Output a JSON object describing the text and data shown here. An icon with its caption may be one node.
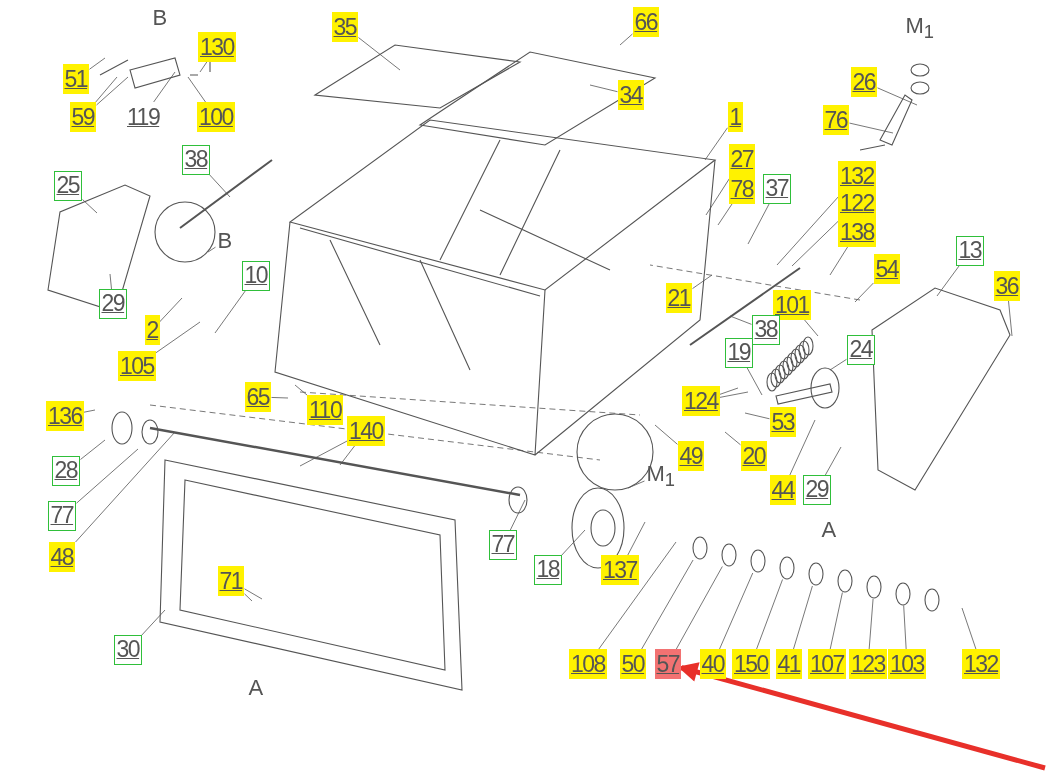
{
  "diagram": {
    "nodes": [
      {
        "text": [
          "35"
        ]
      },
      {
        "text": [
          "66"
        ]
      },
      {
        "text": [
          "130"
        ]
      },
      {
        "text": [
          "51"
        ]
      },
      {
        "text": [
          "26"
        ]
      },
      {
        "text": [
          "34"
        ]
      },
      {
        "text": [
          "59"
        ]
      },
      {
        "text": [
          "119"
        ]
      },
      {
        "text": [
          "100"
        ]
      },
      {
        "text": [
          "1"
        ]
      },
      {
        "text": [
          "76"
        ]
      },
      {
        "text": [
          "38"
        ]
      },
      {
        "text": [
          "27"
        ]
      },
      {
        "text": [
          "132"
        ]
      },
      {
        "text": [
          "25"
        ]
      },
      {
        "text": [
          "78"
        ]
      },
      {
        "text": [
          "37"
        ]
      },
      {
        "text": [
          "122"
        ]
      },
      {
        "text": [
          "138"
        ]
      },
      {
        "text": [
          "13"
        ]
      },
      {
        "text": [
          "54"
        ]
      },
      {
        "text": [
          "10"
        ]
      },
      {
        "text": [
          "36"
        ]
      },
      {
        "text": [
          "21"
        ]
      },
      {
        "text": [
          "29"
        ]
      },
      {
        "text": [
          "101"
        ]
      },
      {
        "text": [
          "2"
        ]
      },
      {
        "text": [
          "38"
        ]
      },
      {
        "text": [
          "24"
        ]
      },
      {
        "text": [
          "19"
        ]
      },
      {
        "text": [
          "105"
        ]
      },
      {
        "text": [
          "65"
        ]
      },
      {
        "text": [
          "124"
        ]
      },
      {
        "text": [
          "110"
        ]
      },
      {
        "text": [
          "136"
        ]
      },
      {
        "text": [
          "53"
        ]
      },
      {
        "text": [
          "140"
        ]
      },
      {
        "text": [
          "49"
        ]
      },
      {
        "text": [
          "20"
        ]
      },
      {
        "text": [
          "28"
        ]
      },
      {
        "text": [
          "44"
        ]
      },
      {
        "text": [
          "29"
        ]
      },
      {
        "text": [
          "77"
        ]
      },
      {
        "text": [
          "77"
        ]
      },
      {
        "text": [
          "48"
        ]
      },
      {
        "text": [
          "18"
        ]
      },
      {
        "text": [
          "137"
        ]
      },
      {
        "text": [
          "71"
        ]
      },
      {
        "text": [
          "30"
        ]
      },
      {
        "text": [
          "108"
        ]
      },
      {
        "text": [
          "50"
        ]
      },
      {
        "text": [
          "57"
        ]
      },
      {
        "text": [
          "40"
        ]
      },
      {
        "text": [
          "150"
        ]
      },
      {
        "text": [
          "41"
        ]
      },
      {
        "text": [
          "107"
        ]
      },
      {
        "text": [
          "123"
        ]
      },
      {
        "text": [
          "103"
        ]
      },
      {
        "text": [
          "132"
        ]
      },
      {
        "text": [],
        "shape": "circle"
      },
      {
        "text": [],
        "shape": "circle"
      },
      {
        "text": [],
        "shape": "circle"
      },
      {
        "text": [],
        "shape": "circle"
      },
      {
        "text": [],
        "shape": "circle"
      },
      {
        "text": [],
        "shape": "circle"
      },
      {
        "text": [],
        "shape": "circle"
      },
      {
        "text": [],
        "shape": "circle"
      },
      {
        "text": [],
        "shape": "circle"
      },
      {
        "text": [
          "B"
        ]
      },
      {
        "text": [
          "M$_{1}$"
        ]
      }
    ],
    "edges": [
      {
        "from": 0,
        "to": null,
        "arrow": "none"
      },
      {
        "from": 1,
        "to": null,
        "arrow": "none"
      },
      {
        "from": 2,
        "to": null,
        "arrow": "none"
      },
      {
        "from": 3,
        "to": null,
        "arrow": "none"
      },
      {
        "from": 4,
        "to": null,
        "arrow": "none"
      },
      {
        "from": 5,
        "to": null,
        "arrow": "none"
      },
      {
        "from": 6,
        "to": null,
        "arrow": "none"
      },
      {
        "from": 6,
        "to": null,
        "arrow": "none"
      },
      {
        "from": 7,
        "to": null,
        "arrow": "none"
      },
      {
        "from": 8,
        "to": null,
        "arrow": "none"
      },
      {
        "from": 9,
        "to": null,
        "arrow": "none"
      },
      {
        "from": 10,
        "to": null,
        "arrow": "none"
      },
      {
        "from": 11,
        "to": null,
        "arrow": "none"
      },
      {
        "from": 12,
        "to": null,
        "arrow": "none"
      },
      {
        "from": 13,
        "to": null,
        "arrow": "none"
      },
      {
        "from": 14,
        "to": null,
        "arrow": "none"
      },
      {
        "from": 15,
        "to": null,
        "arrow": "none"
      },
      {
        "from": 16,
        "to": null,
        "arrow": "none"
      },
      {
        "from": 17,
        "to": null,
        "arrow": "none"
      },
      {
        "from": 18,
        "to": null,
        "arrow": "none"
      },
      {
        "from": 19,
        "to": null,
        "arrow": "none"
      },
      {
        "from": 20,
        "to": null,
        "arrow": "none"
      },
      {
        "from": 21,
        "to": null,
        "arrow": "none"
      },
      {
        "from": 22,
        "to": null,
        "arrow": "none"
      },
      {
        "from": 23,
        "to": null,
        "arrow": "none"
      },
      {
        "from": 24,
        "to": null,
        "arrow": "none"
      },
      {
        "from": 25,
        "to": null,
        "arrow": "none"
      },
      {
        "from": 26,
        "to": null,
        "arrow": "none"
      },
      {
        "from": 27,
        "to": null,
        "arrow": "none"
      },
      {
        "from": 28,
        "to": null,
        "arrow": "none"
      },
      {
        "from": 29,
        "to": null,
        "arrow": "none"
      },
      {
        "from": 30,
        "to": null,
        "arrow": "none"
      },
      {
        "from": 31,
        "to": null,
        "arrow": "none"
      },
      {
        "from": 32,
        "to": null,
        "arrow": "none"
      },
      {
        "from": 32,
        "to": null,
        "arrow": "none"
      },
      {
        "from": 33,
        "to": null,
        "arrow": "none"
      },
      {
        "from": 34,
        "to": null,
        "arrow": "none"
      },
      {
        "from": 35,
        "to": null,
        "arrow": "none"
      },
      {
        "from": 36,
        "to": null,
        "arrow": "none"
      },
      {
        "from": 36,
        "to": null,
        "arrow": "none"
      },
      {
        "from": 37,
        "to": null,
        "arrow": "none"
      },
      {
        "from": 38,
        "to": null,
        "arrow": "none"
      },
      {
        "from": 39,
        "to": null,
        "arrow": "none"
      },
      {
        "from": 40,
        "to": null,
        "arrow": "none"
      },
      {
        "from": 41,
        "to": null,
        "arrow": "none"
      },
      {
        "from": 42,
        "to": null,
        "arrow": "none"
      },
      {
        "from": 43,
        "to": null,
        "arrow": "none"
      },
      {
        "from": 44,
        "to": null,
        "arrow": "none"
      },
      {
        "from": 45,
        "to": null,
        "arrow": "none"
      },
      {
        "from": 46,
        "to": null,
        "arrow": "none"
      },
      {
        "from": 47,
        "to": null,
        "arrow": "none"
      },
      {
        "from": 47,
        "to": null,
        "arrow": "none"
      },
      {
        "from": 48,
        "to": null,
        "arrow": "none"
      },
      {
        "from": 49,
        "to": null,
        "arrow": "none"
      },
      {
        "from": 50,
        "to": 59,
        "arrow": "none"
      },
      {
        "from": 51,
        "to": 60,
        "arrow": "none"
      },
      {
        "from": 52,
        "to": 61,
        "arrow": "none"
      },
      {
        "from": 53,
        "to": 62,
        "arrow": "none"
      },
      {
        "from": 54,
        "to": 63,
        "arrow": "none"
      },
      {
        "from": 55,
        "to": 64,
        "arrow": "none"
      },
      {
        "from": 56,
        "to": 65,
        "arrow": "none"
      },
      {
        "from": 57,
        "to": 66,
        "arrow": "none"
      },
      {
        "from": 58,
        "to": null,
        "arrow": "none"
      },
      {
        "from": null,
        "to": 51,
        "arrow": "to",
        "style": "thick",
        "color": "#e8302a"
      },
      {
        "from": 68,
        "to": null,
        "arrow": "none"
      },
      {
        "from": 69,
        "to": null,
        "arrow": "none"
      }
    ],
    "labels": [
      "B",
      "M$_{1}$",
      "A",
      "A"
    ]
  }
}
